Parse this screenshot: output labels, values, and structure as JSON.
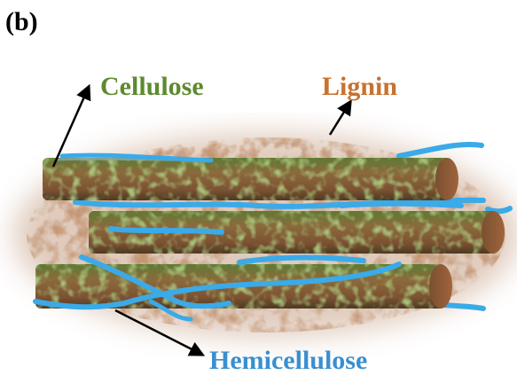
{
  "panel_label": "(b)",
  "labels": {
    "cellulose": "Cellulose",
    "lignin": "Lignin",
    "hemicellulose": "Hemicellulose"
  },
  "colors": {
    "cellulose_text": "#5e8a2f",
    "lignin_text": "#c7722f",
    "hemicellulose_text": "#3a8fd0",
    "fiber_base": "#8a6a3a",
    "fiber_green": "#6f9a3a",
    "fiber_brown": "#9a5a38",
    "hemicellulose_strand": "#39a9e6",
    "lignin_cloud": "#8a4a2a",
    "arrow": "#000000"
  },
  "icons": {
    "arrows": [
      "arrow-to-cellulose",
      "arrow-to-lignin",
      "arrow-to-hemicellulose"
    ]
  }
}
